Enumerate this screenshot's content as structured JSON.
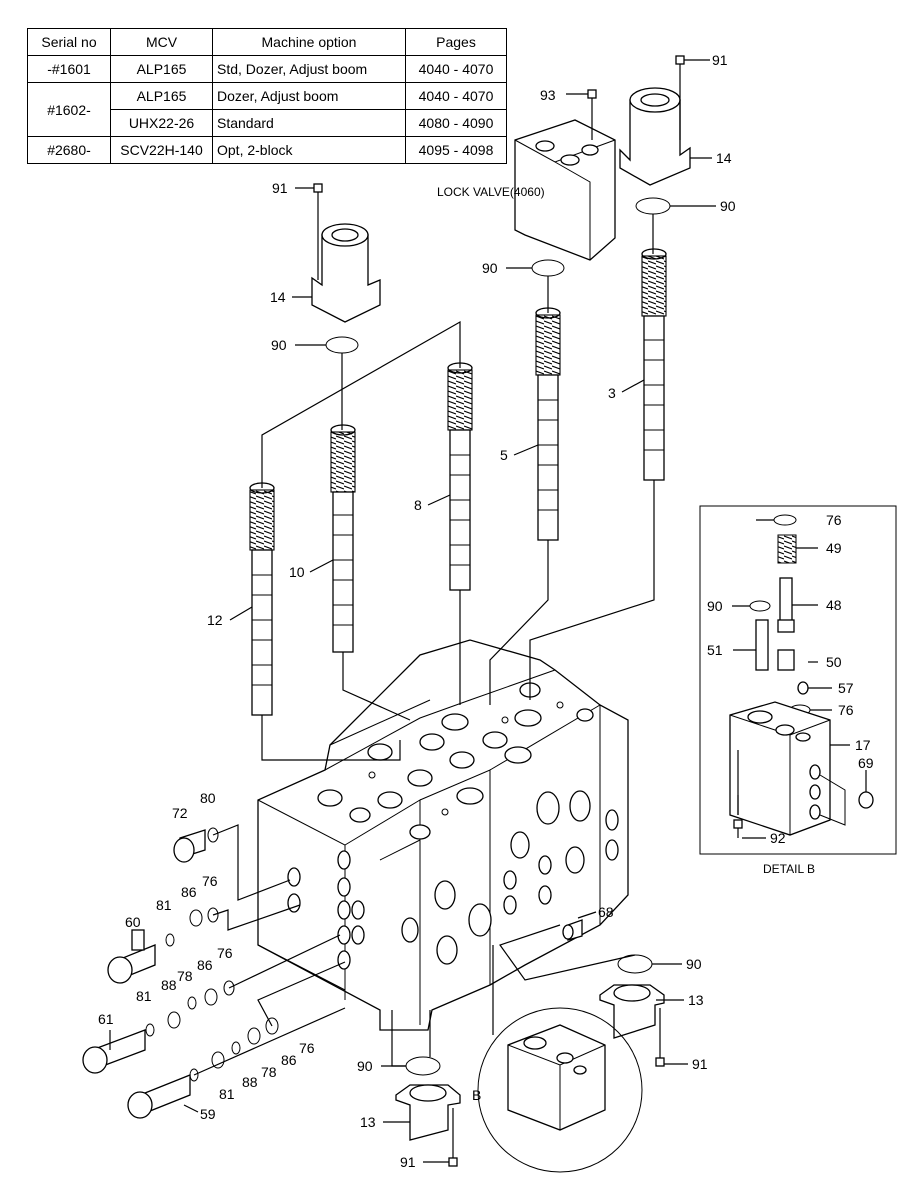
{
  "table": {
    "headers": [
      "Serial no",
      "MCV",
      "Machine option",
      "Pages"
    ],
    "rows": [
      {
        "serial": "-#1601",
        "mcv": "ALP165",
        "option": "Std, Dozer, Adjust boom",
        "pages": "4040 - 4070"
      },
      {
        "serial": "#1602-",
        "mcv": "ALP165",
        "option": "Dozer, Adjust boom",
        "pages": "4040 - 4070"
      },
      {
        "serial": "",
        "mcv": "UHX22-26",
        "option": "Standard",
        "pages": "4080 - 4090"
      },
      {
        "serial": "#2680-",
        "mcv": "SCV22H-140",
        "option": "Opt, 2-block",
        "pages": "4095 - 4098"
      }
    ]
  },
  "labels": {
    "lock_valve": "LOCK VALVE(4060)",
    "detail_b": "DETAIL B",
    "detail_marker": "B"
  },
  "callouts": {
    "c91a": "91",
    "c93": "93",
    "c14a": "14",
    "c90a": "90",
    "c91b": "91",
    "c14b": "14",
    "c90b": "90",
    "c90c": "90",
    "c3": "3",
    "c5": "5",
    "c8": "8",
    "c10": "10",
    "c12": "12",
    "c72": "72",
    "c80": "80",
    "c81a": "81",
    "c86a": "86",
    "c76a": "76",
    "c60": "60",
    "c78a": "78",
    "c86b": "86",
    "c76b": "76",
    "c88a": "88",
    "c81b": "81",
    "c61": "61",
    "c78b": "78",
    "c88b": "88",
    "c86c": "86",
    "c76c": "76",
    "c81c": "81",
    "c59": "59",
    "c68": "68",
    "c90d": "90",
    "c13a": "13",
    "c91c": "91",
    "c90e": "90",
    "c13b": "13",
    "c91d": "91",
    "d76a": "76",
    "d49": "49",
    "d48": "48",
    "d90": "90",
    "d51": "51",
    "d50": "50",
    "d57": "57",
    "d76b": "76",
    "d17": "17",
    "d69": "69",
    "d92": "92"
  }
}
